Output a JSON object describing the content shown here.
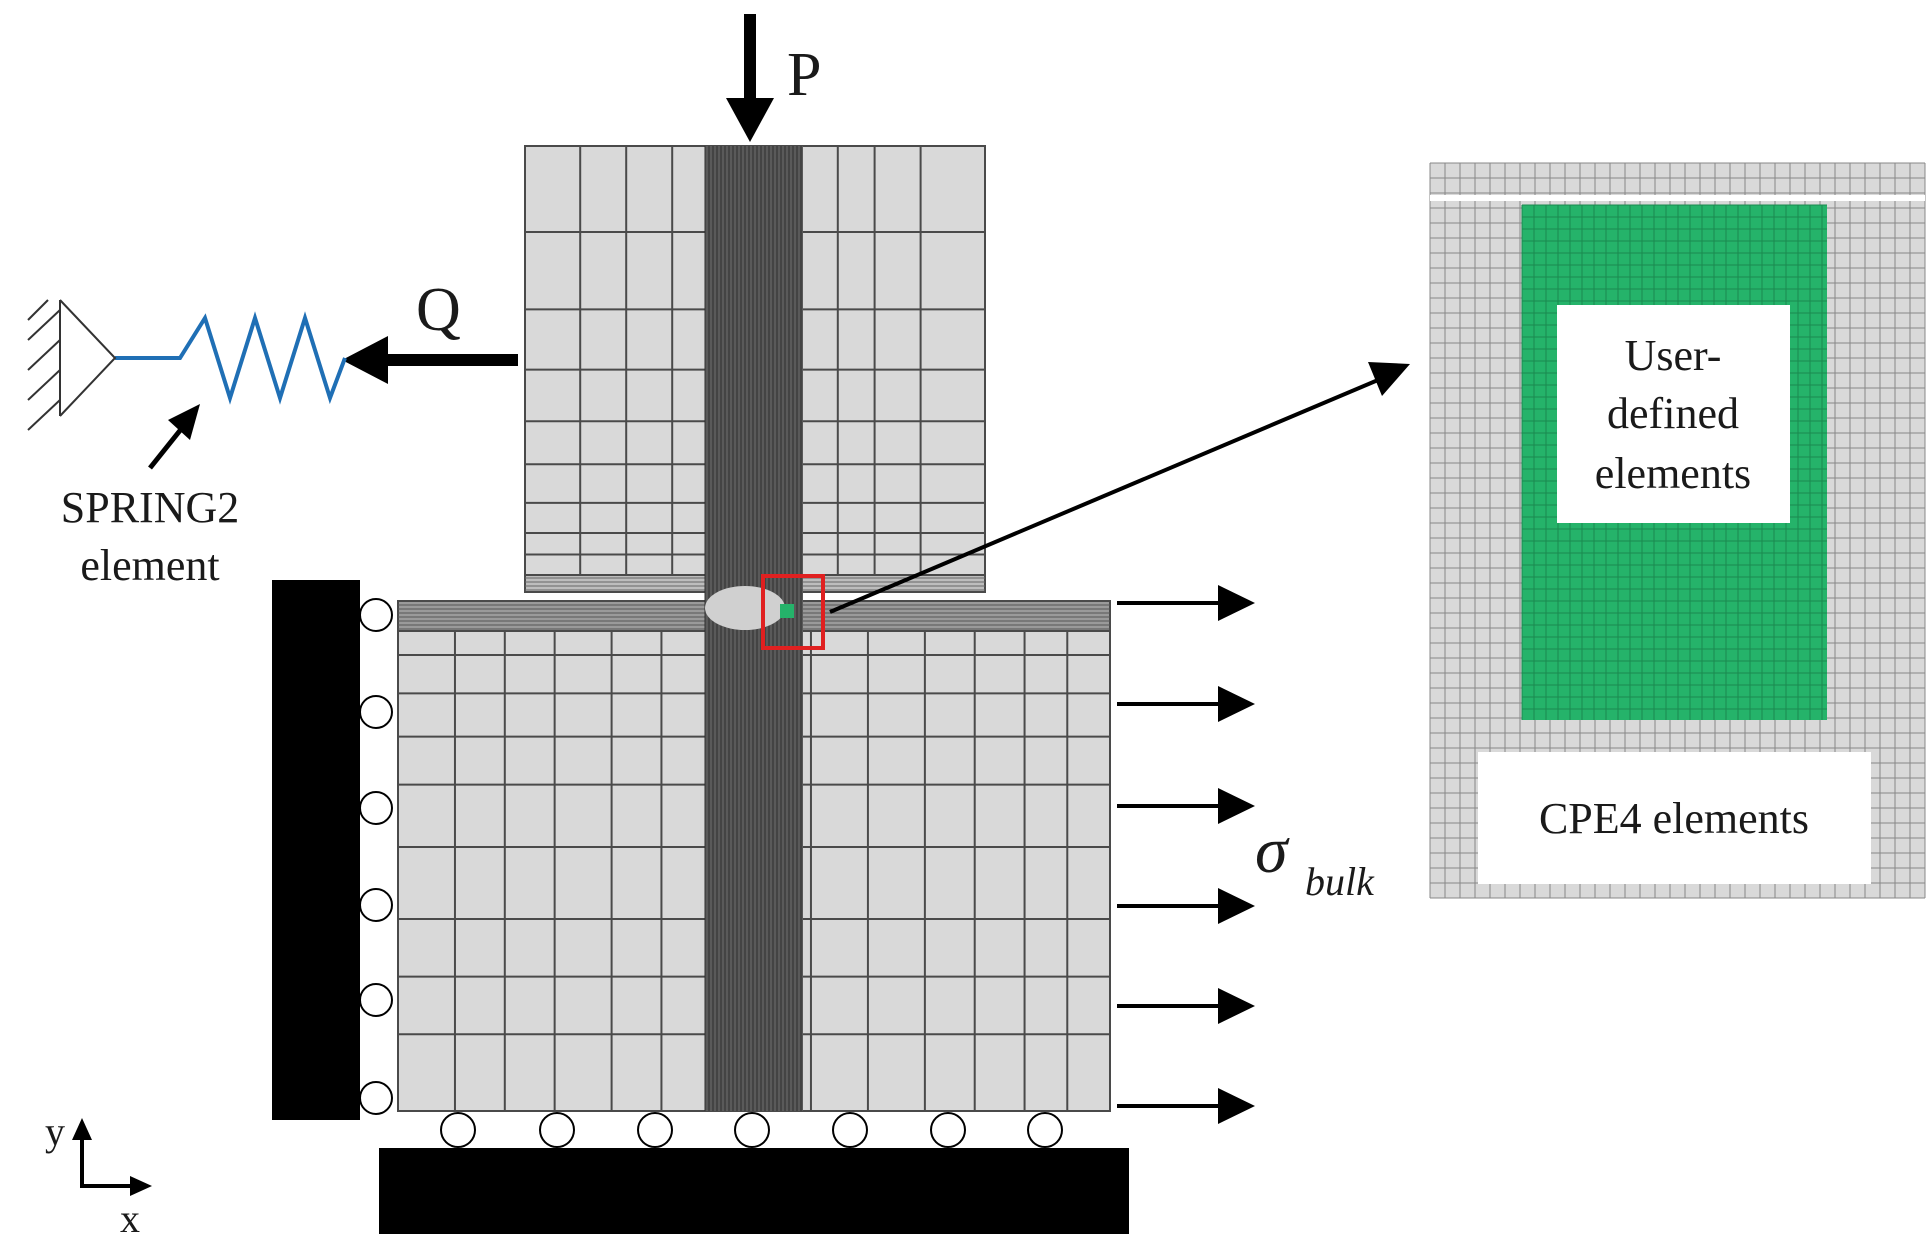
{
  "labels": {
    "load_p": "P",
    "load_q": "Q",
    "spring_line1": "SPRING2",
    "spring_line2": "element",
    "axis_y": "y",
    "axis_x": "x",
    "sigma_symbol": "σ",
    "sigma_sub": "bulk",
    "inset_user_1": "User-",
    "inset_user_2": "defined",
    "inset_user_3": "elements",
    "inset_cpe4": "CPE4 elements"
  },
  "colors": {
    "mesh_fill": "#d9d9d9",
    "mesh_line": "#4a4a4a",
    "dense_band": "#5a5a5a",
    "spring": "#1f6fb5",
    "highlight_box": "#e02020",
    "user_elements": "#25b36a",
    "support": "#000000"
  },
  "icons": {
    "fixed_support": "hatched-triangle-support-icon",
    "roller": "roller-circle-icon",
    "arrow": "arrow-icon"
  }
}
